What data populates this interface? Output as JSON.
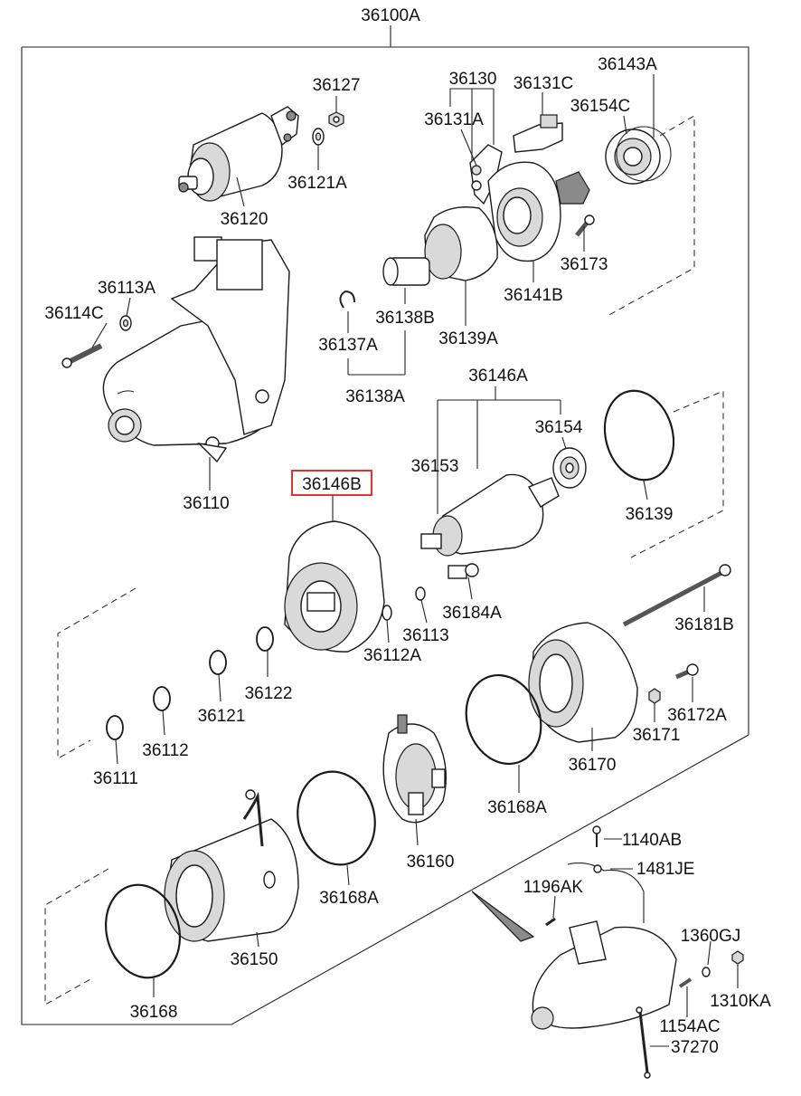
{
  "colors": {
    "highlight": "#e01b1b",
    "ink": "#1a1a1a"
  },
  "highlighted_part": "36146B",
  "labels": {
    "assembly": "36100A",
    "p36127": "36127",
    "p36121A": "36121A",
    "p36120": "36120",
    "p36130": "36130",
    "p36131C": "36131C",
    "p36131A": "36131A",
    "p36143A": "36143A",
    "p36154C": "36154C",
    "p36173": "36173",
    "p36141B": "36141B",
    "p36113A": "36113A",
    "p36114C": "36114C",
    "p36138B": "36138B",
    "p36139A": "36139A",
    "p36137A": "36137A",
    "p36138A": "36138A",
    "p36146A": "36146A",
    "p36154": "36154",
    "p36153": "36153",
    "p36110": "36110",
    "p36146B": "36146B",
    "p36139": "36139",
    "p36184A": "36184A",
    "p36113": "36113",
    "p36112A": "36112A",
    "p36181B": "36181B",
    "p36122": "36122",
    "p36121": "36121",
    "p36112": "36112",
    "p36111": "36111",
    "p36172A": "36172A",
    "p36171": "36171",
    "p36170": "36170",
    "p36168A_upper": "36168A",
    "p36160": "36160",
    "p36168A_lower": "36168A",
    "p36150": "36150",
    "p36168": "36168",
    "p1140AB": "1140AB",
    "p1481JE": "1481JE",
    "p1196AK": "1196AK",
    "p1360GJ": "1360GJ",
    "p1310KA": "1310KA",
    "p1154AC": "1154AC",
    "p37270": "37270"
  }
}
